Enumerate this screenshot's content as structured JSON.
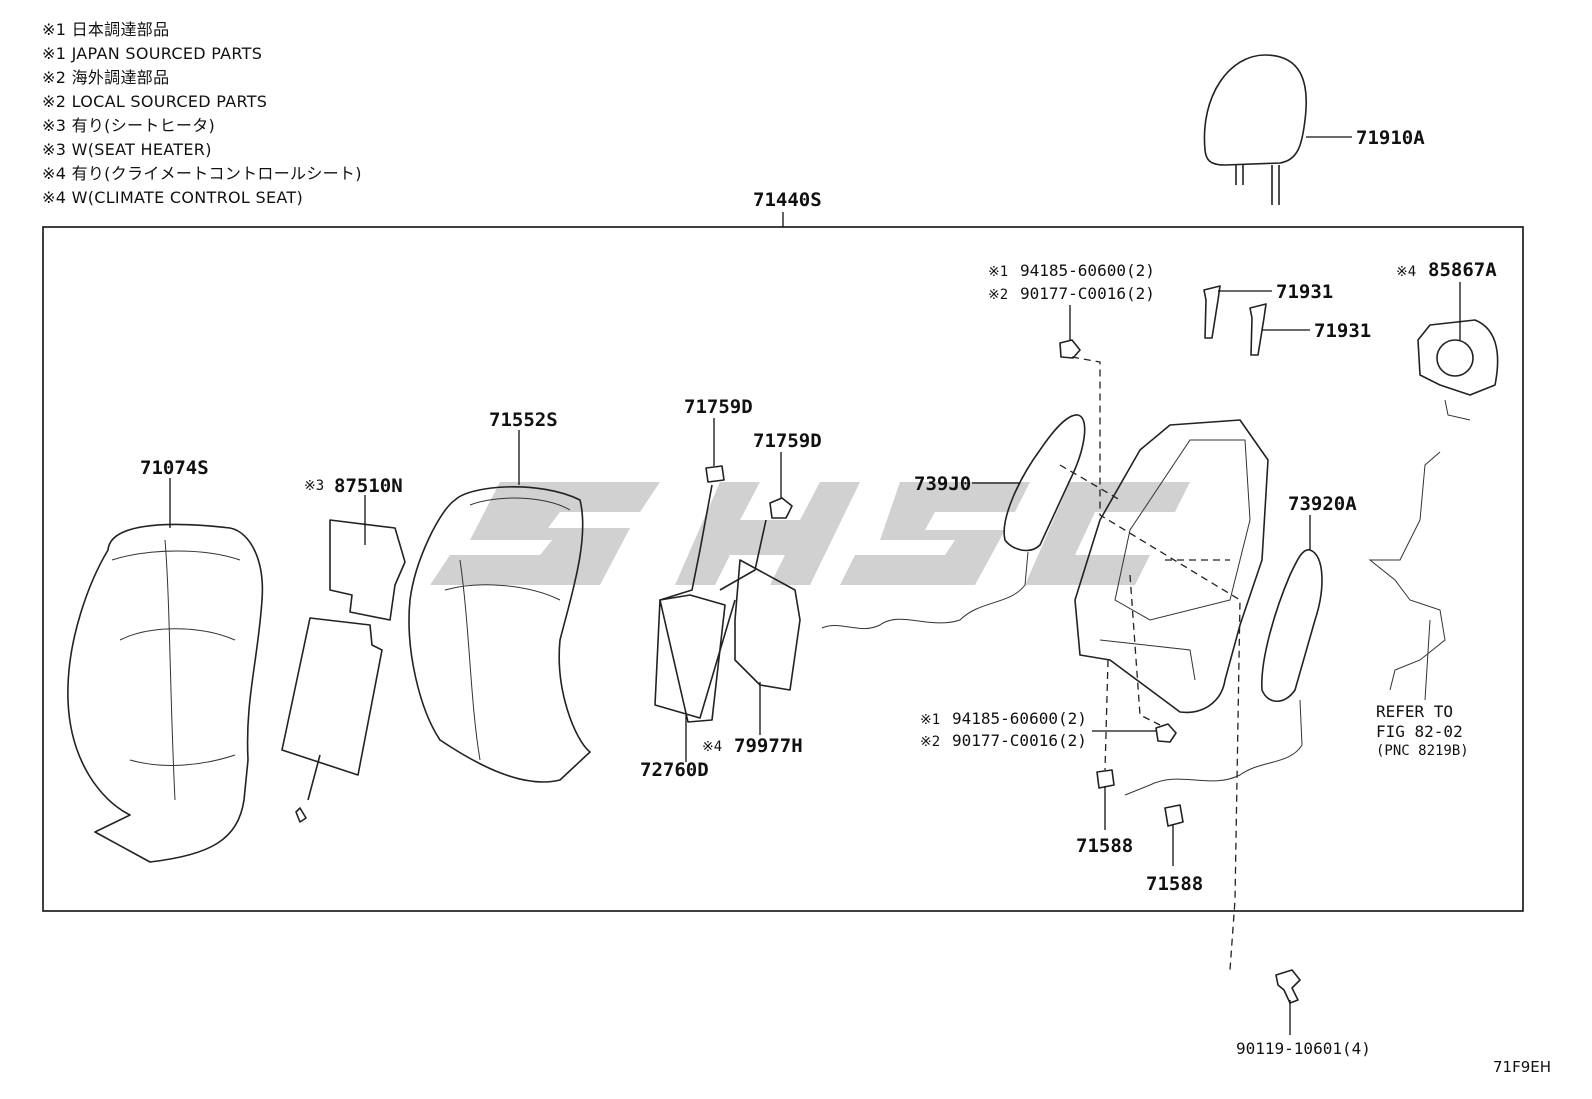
{
  "notes": [
    "※1 日本調達部品",
    "※1 JAPAN SOURCED PARTS",
    "※2 海外調達部品",
    "※2 LOCAL SOURCED PARTS",
    "※3 有り(シートヒータ)",
    "※3 W(SEAT HEATER)",
    "※4 有り(クライメートコントロールシート)",
    "※4 W(CLIMATE CONTROL SEAT)"
  ],
  "assembly_label": "71440S",
  "parts": {
    "headrest": "71910A",
    "cover": "71074S",
    "heater": "87510N",
    "heater_note": "※3",
    "pad": "71552S",
    "support_a": "71759D",
    "support_b": "71759D",
    "lumbar": "72760D",
    "blower_mat": "79977H",
    "blower_mat_note": "※4",
    "side_pad_left": "739J0",
    "side_pad_right": "73920A",
    "frame_nut_top_1": "94185-60600(2)",
    "frame_nut_top_1_note": "※1",
    "frame_nut_top_2": "90177-C0016(2)",
    "frame_nut_top_2_note": "※2",
    "frame_nut_bot_1": "94185-60600(2)",
    "frame_nut_bot_1_note": "※1",
    "frame_nut_bot_2": "90177-C0016(2)",
    "frame_nut_bot_2_note": "※2",
    "guide_a": "71931",
    "guide_b": "71931",
    "blower": "85867A",
    "blower_note": "※4",
    "clip_a": "71588",
    "clip_b": "71588",
    "bolt": "90119-10601(4)"
  },
  "refer": {
    "line1": "REFER TO",
    "line2": "FIG 82-02",
    "line3": "(PNC 8219B)"
  },
  "watermark": "SHSC",
  "figure_code": "71F9EH"
}
